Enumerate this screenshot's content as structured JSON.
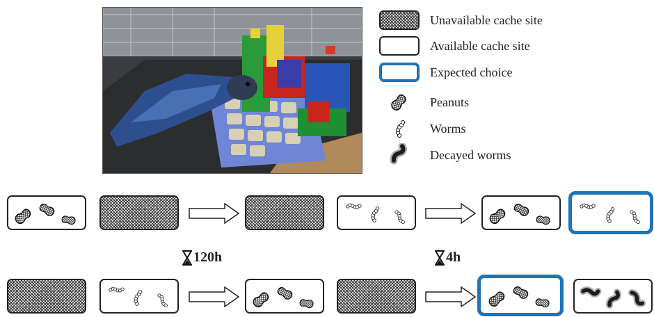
{
  "legend": {
    "unavailable": "Unavailable cache site",
    "available": "Available cache site",
    "expected": "Expected choice",
    "peanuts": "Peanuts",
    "worms": "Worms",
    "decayed": "Decayed worms"
  },
  "timers": {
    "t1": "120h",
    "t2": "4h"
  },
  "colors": {
    "expected_border": "#1f73b7",
    "box_border": "#222222"
  }
}
